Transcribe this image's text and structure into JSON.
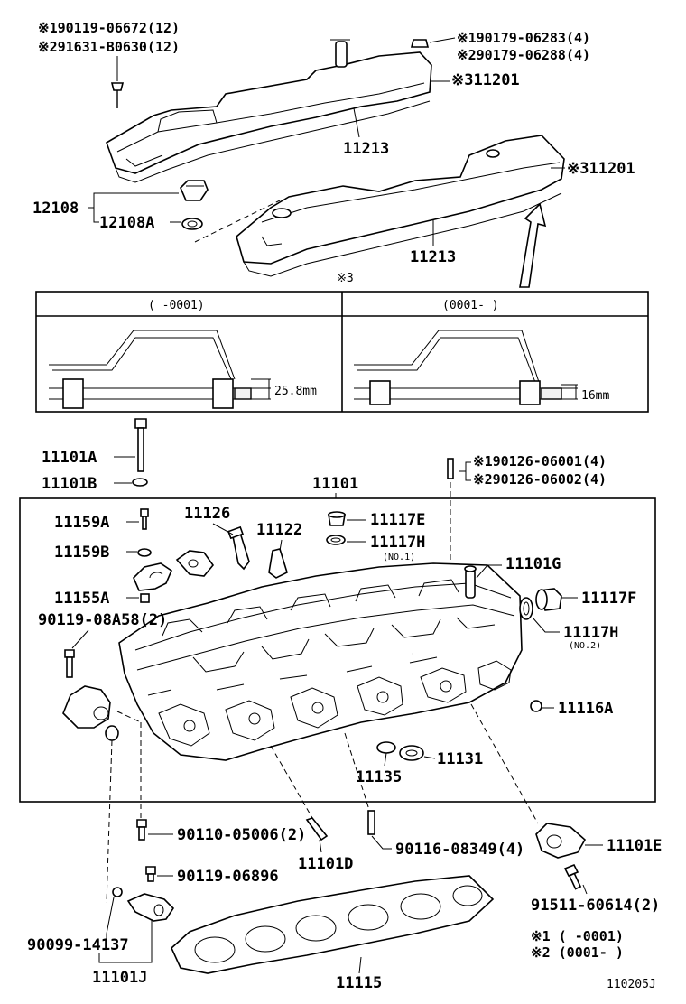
{
  "footnotes": {
    "sym1": "※1",
    "sym2": "※2",
    "sym3": "※3"
  },
  "top": {
    "bolt_1": "90119-06672(12)",
    "bolt_2": "91631-B0630(12)",
    "grommet_1": "90179-06283(4)",
    "grommet_2": "90179-06288(4)",
    "cover_a": "11201",
    "gasket_a": "11213",
    "cover_b": "11201",
    "gasket_b": "11213",
    "cap_group": "12108",
    "cap_gasket": "12108A"
  },
  "detail": {
    "left_header": "(     -0001)",
    "right_header": "(0001-     )",
    "left_dim": "25.8mm",
    "right_dim": "16mm"
  },
  "head": {
    "bolt_a": "11101A",
    "washer_b": "11101B",
    "main": "11101",
    "stud_1": "90126-06001(4)",
    "stud_2": "90126-06002(4)",
    "pin_a": "11159A",
    "pin_b": "11159B",
    "guide_26": "11126",
    "guide_22": "11122",
    "plug_e": "11117E",
    "gasket_h1": "11117H",
    "gasket_h1_note": "(NO.1)",
    "bearing": "11155A",
    "bolt_a58": "90119-08A58(2)",
    "pipe_g": "11101G",
    "plug_f": "11117F",
    "gasket_h2": "11117H",
    "gasket_h2_note": "(NO.2)",
    "plug_16a": "11116A",
    "seal_135": "11135",
    "seal_131": "11131"
  },
  "bottom": {
    "bolt_05006": "90110-05006(2)",
    "pin_d": "11101D",
    "bolt_08349": "90116-08349(4)",
    "housing_e": "11101E",
    "bolt_06896": "90119-06896",
    "bolt_60614": "91511-60614(2)",
    "oring": "90099-14137",
    "housing_j": "11101J",
    "head_gasket": "11115",
    "note1": "※1 (     -0001)",
    "note2": "※2 (0001-     )",
    "code": "110205J"
  }
}
